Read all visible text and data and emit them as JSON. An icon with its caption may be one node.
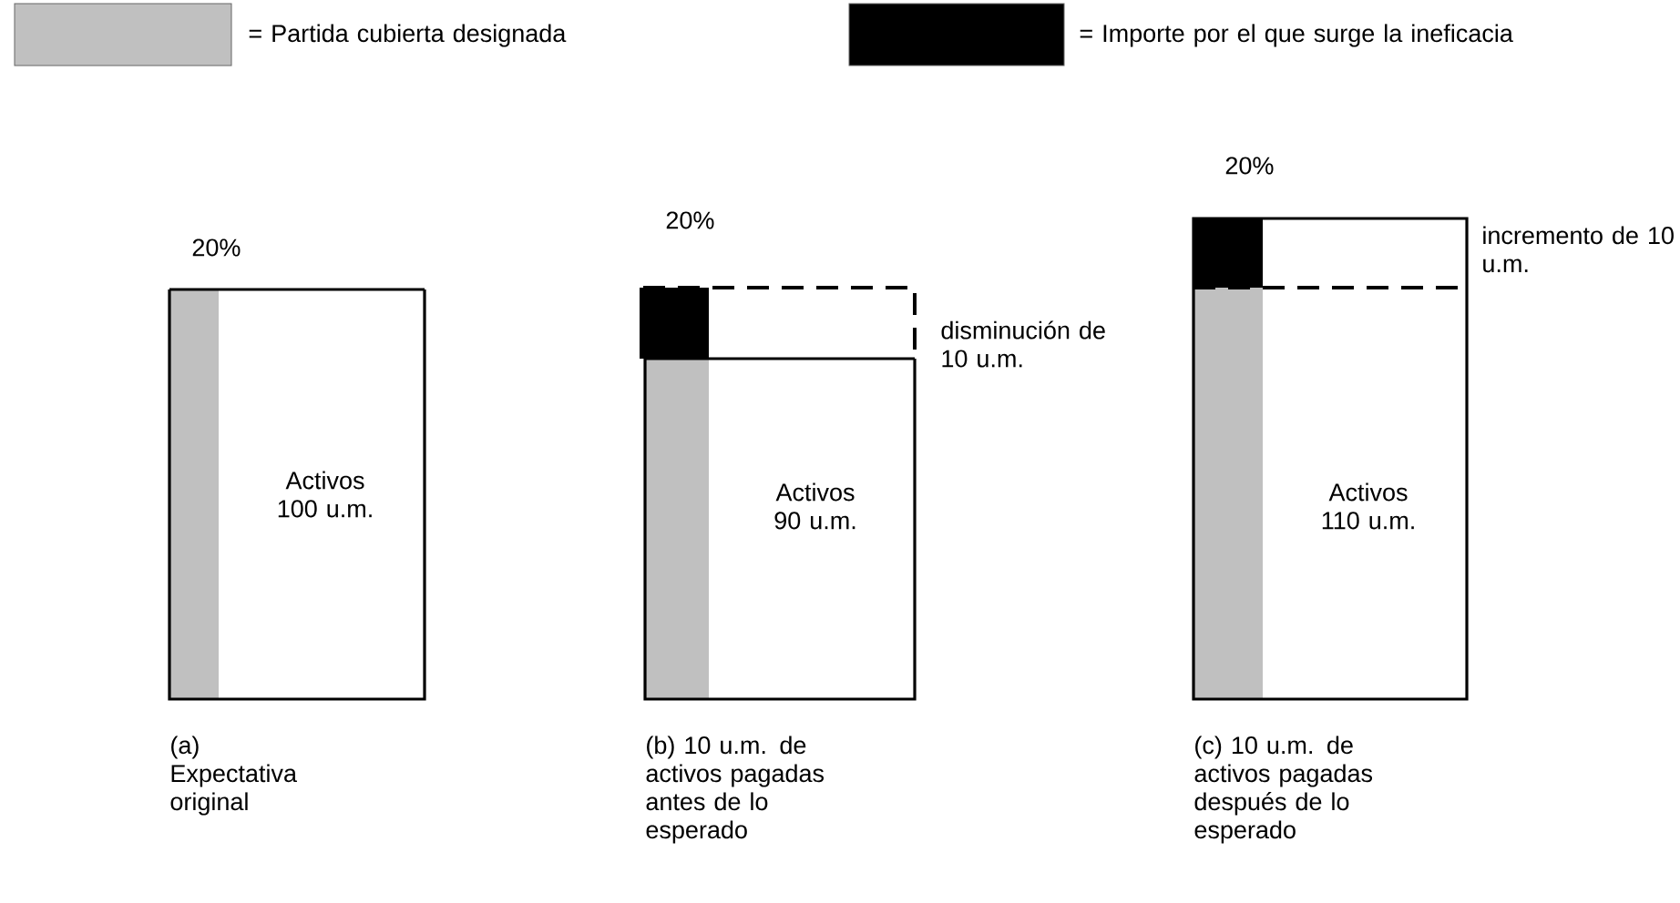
{
  "diagram": {
    "nodes": [
      {
        "text": [
          "Activos 100 u.m."
        ]
      },
      {
        "text": [
          "Activos 90 u.m."
        ]
      },
      {
        "text": [
          "Activos 110 u.m."
        ]
      }
    ],
    "labels": [
      "20%",
      "20%",
      "20%",
      "incremento de 10 u.m.",
      "disminución de 10 u.m.",
      "(a) Expectativa original",
      "(b) 10 u.m. de activos pagadas antes de lo esperado",
      "(c) 10 u.m. de activos pagadas después de lo esperado"
    ],
    "legend": [
      {
        "text": "= Partida cubierta designada",
        "color": "#c0c0c0"
      },
      {
        "text": "= Importe por el que surge la ineficacia",
        "color": "#000000"
      }
    ]
  }
}
